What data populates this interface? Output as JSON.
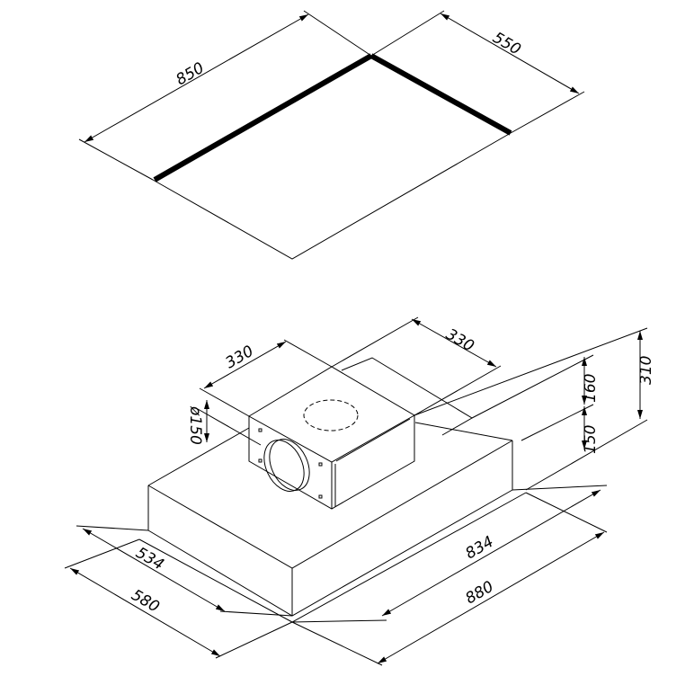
{
  "top_view": {
    "dimensions": {
      "width": "850",
      "depth": "550"
    }
  },
  "bottom_view": {
    "dimensions": {
      "motor_width": "330",
      "motor_depth": "330",
      "outlet_diameter": "ø150",
      "motor_height": "160",
      "body_height": "150",
      "total_height": "310",
      "inner_width": "834",
      "outer_width": "880",
      "inner_depth": "534",
      "outer_depth": "580"
    }
  },
  "colors": {
    "line": "#000000",
    "background": "#ffffff"
  }
}
